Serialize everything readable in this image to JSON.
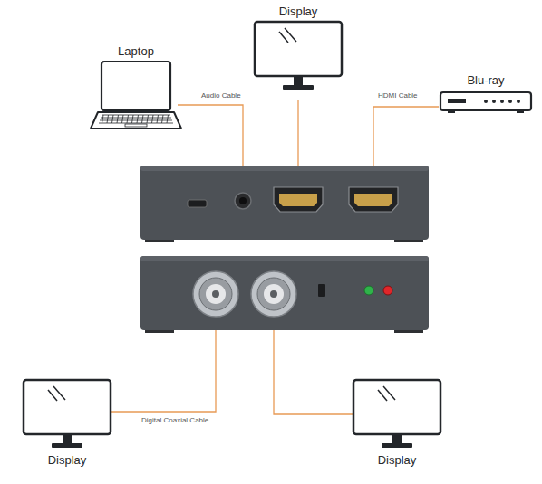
{
  "diagram": {
    "nodes": [
      {
        "text": [
          "Display"
        ]
      },
      {
        "text": [
          "Laptop"
        ]
      },
      {
        "text": [
          "Blu-ray"
        ]
      },
      {
        "text": [
          "Display"
        ]
      },
      {
        "text": [
          "Display"
        ]
      }
    ],
    "labels": [
      "Audio Cable",
      "HDMI Cable",
      "Digital Coaxial Cable"
    ]
  }
}
